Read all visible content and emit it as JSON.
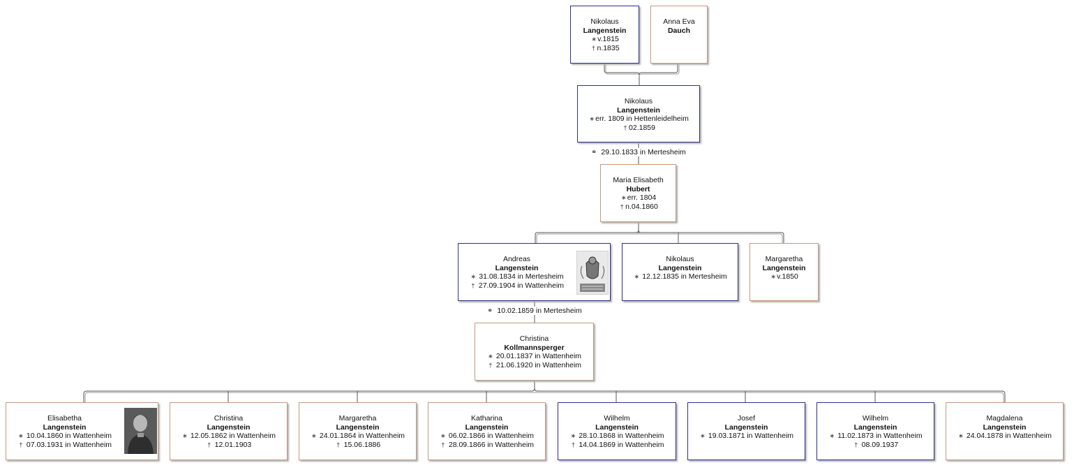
{
  "colors": {
    "male_border": "#2b2f8f",
    "female_border": "#c49a7d",
    "line": "#555555"
  },
  "persons": {
    "p_nik1815": {
      "given": "Nikolaus",
      "surname": "Langenstein",
      "birth": "v.1815",
      "death": "n.1835"
    },
    "p_annaeva": {
      "given": "Anna Eva",
      "surname": "Dauch"
    },
    "p_nik1809": {
      "given": "Nikolaus",
      "surname": "Langenstein",
      "birth": "err. 1809 in Hettenleidelheim",
      "death": "02.1859"
    },
    "p_mariaelis": {
      "given": "Maria Elisabeth",
      "surname": "Hubert",
      "birth": "err. 1804",
      "death": "n.04.1860"
    },
    "p_andreas": {
      "given": "Andreas",
      "surname": "Langenstein",
      "birth": "31.08.1834 in Mertesheim",
      "death": "27.09.1904 in Wattenheim"
    },
    "p_nik1835": {
      "given": "Nikolaus",
      "surname": "Langenstein",
      "birth": "12.12.1835 in Mertesheim"
    },
    "p_marg1850": {
      "given": "Margaretha",
      "surname": "Langenstein",
      "birth": "v.1850"
    },
    "p_christina_k": {
      "given": "Christina",
      "surname": "Kollmannsperger",
      "birth": "20.01.1837 in Wattenheim",
      "death": "21.06.1920 in Wattenheim"
    },
    "c1": {
      "given": "Elisabetha",
      "surname": "Langenstein",
      "birth": "10.04.1860 in Wattenheim",
      "death": "07.03.1931 in Wattenheim"
    },
    "c2": {
      "given": "Christina",
      "surname": "Langenstein",
      "birth": "12.05.1862 in Wattenheim",
      "death": "12.01.1903"
    },
    "c3": {
      "given": "Margaretha",
      "surname": "Langenstein",
      "birth": "24.01.1864 in Wattenheim",
      "death": "15.06.1886"
    },
    "c4": {
      "given": "Katharina",
      "surname": "Langenstein",
      "birth": "06.02.1866 in Wattenheim",
      "death": "28.09.1866 in Wattenheim"
    },
    "c5": {
      "given": "Wilhelm",
      "surname": "Langenstein",
      "birth": "28.10.1868 in Wattenheim",
      "death": "14.04.1869 in Wattenheim"
    },
    "c6": {
      "given": "Josef",
      "surname": "Langenstein",
      "birth": "19.03.1871 in Wattenheim"
    },
    "c7": {
      "given": "Wilhelm",
      "surname": "Langenstein",
      "birth": "11.02.1873 in Wattenheim",
      "death": "08.09.1937"
    },
    "c8": {
      "given": "Magdalena",
      "surname": "Langenstein",
      "birth": "24.04.1878 in Wattenheim"
    }
  },
  "marriages": {
    "m1": "29.10.1833 in Mertesheim",
    "m2": "10.02.1859 in Mertesheim"
  },
  "symbols": {
    "birth": "∗",
    "death": "†",
    "marriage": "⚭"
  },
  "icons": {
    "crest": "coat-of-arms-image",
    "portrait": "portrait-photo"
  }
}
